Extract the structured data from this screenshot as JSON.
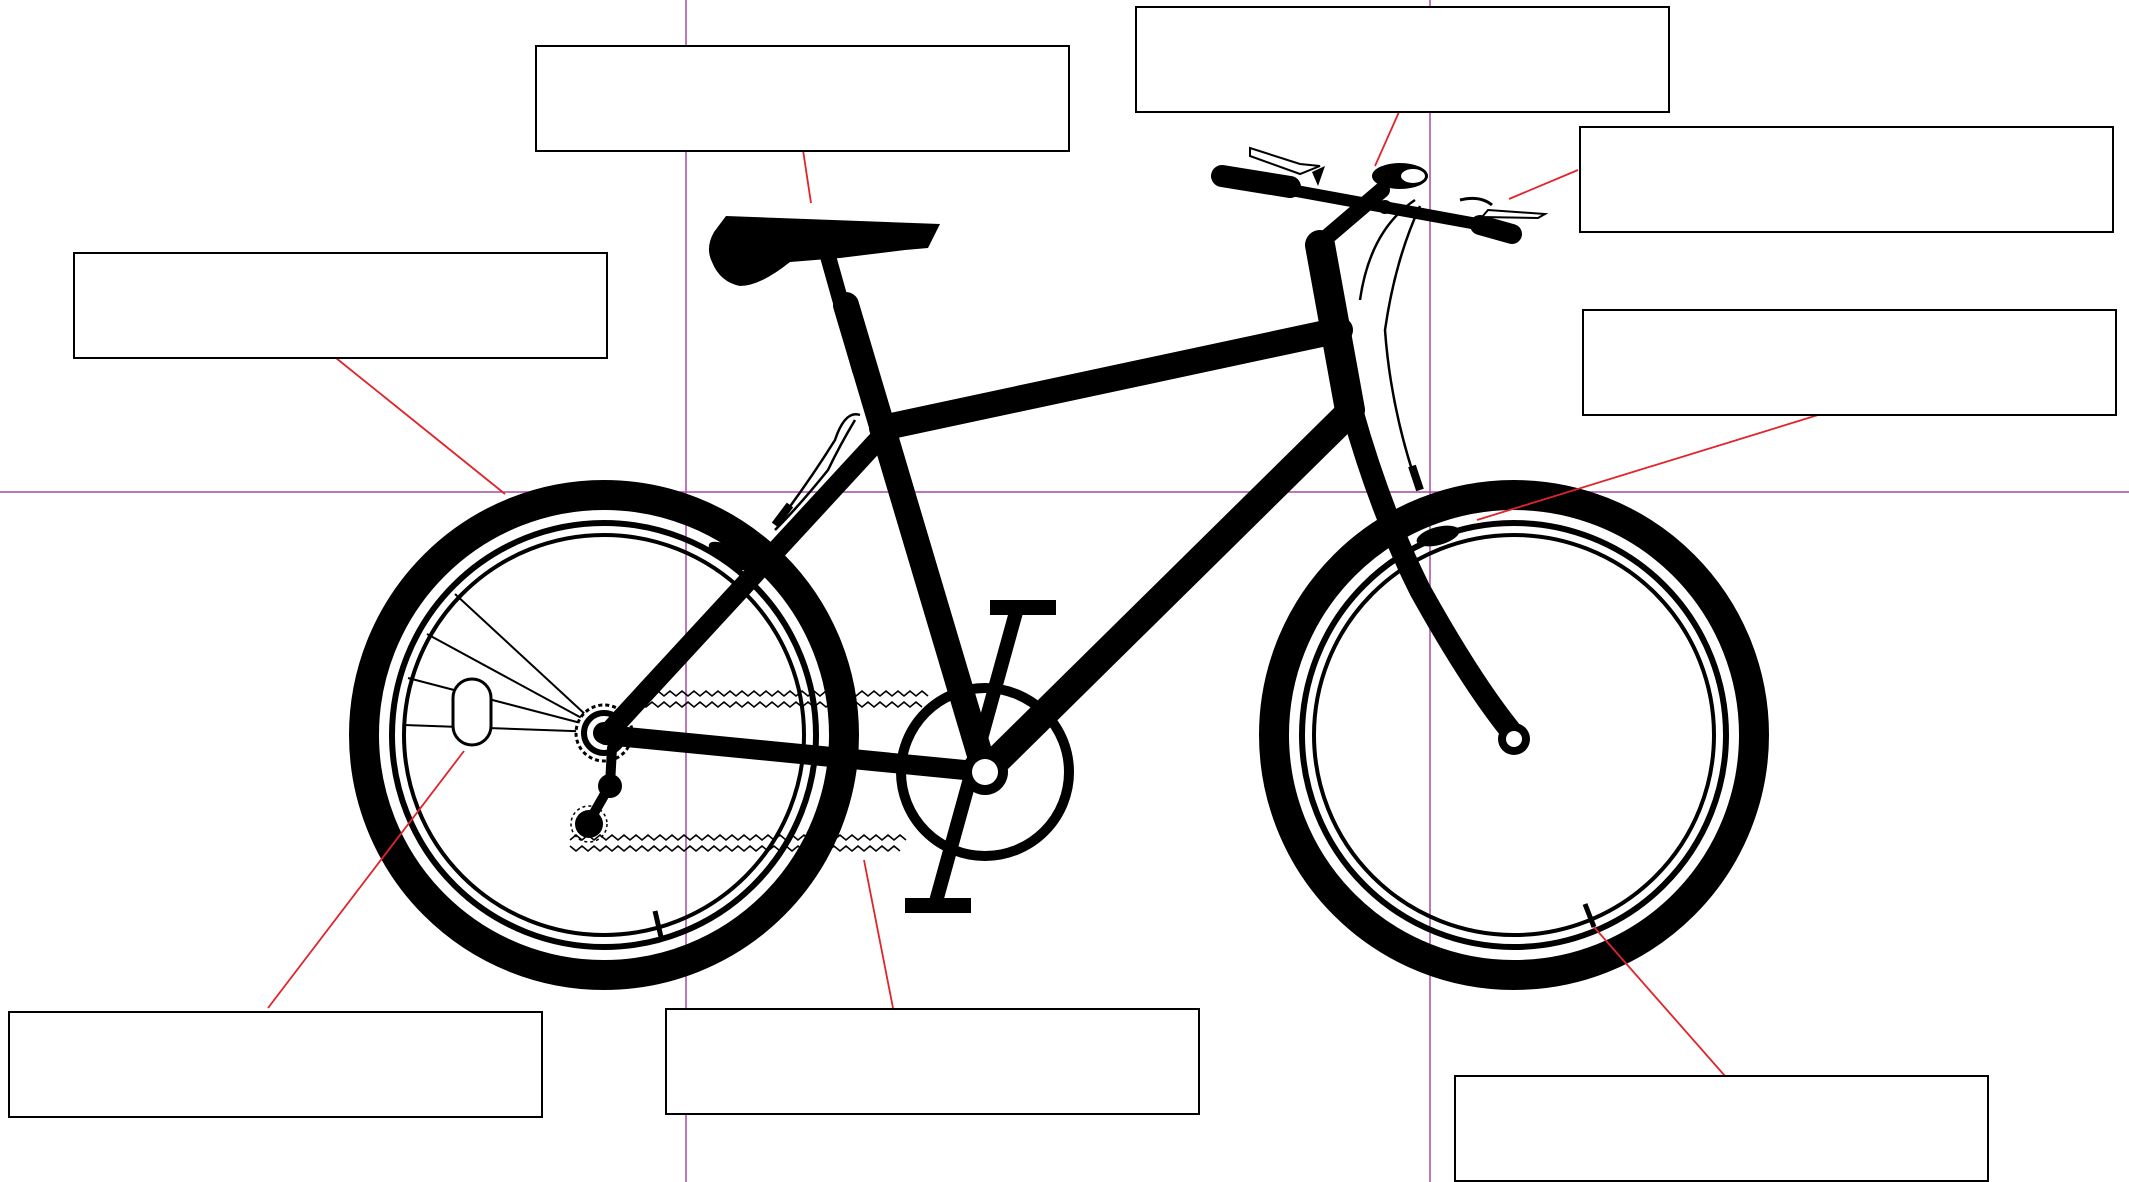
{
  "diagram": {
    "type": "labeled bicycle worksheet",
    "guide_line_color": "#a64ca6",
    "leader_line_color": "#e0242b",
    "bike_color": "#000000",
    "labels": [
      {
        "id": "saddle",
        "text": ""
      },
      {
        "id": "handlebar-grip",
        "text": ""
      },
      {
        "id": "brake-lever",
        "text": ""
      },
      {
        "id": "rear-tire",
        "text": ""
      },
      {
        "id": "front-fork",
        "text": ""
      },
      {
        "id": "reflector",
        "text": ""
      },
      {
        "id": "chain",
        "text": ""
      },
      {
        "id": "valve",
        "text": ""
      }
    ]
  }
}
